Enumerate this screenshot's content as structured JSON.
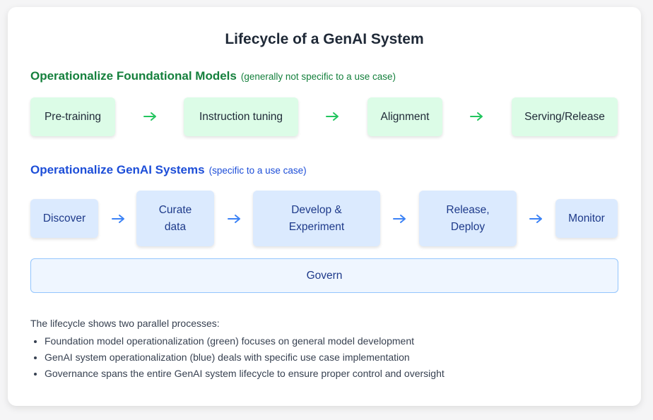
{
  "title": "Lifecycle of a GenAI System",
  "foundation": {
    "heading": "Operationalize Foundational Models",
    "subheading": "(generally not specific to a use case)",
    "steps": [
      "Pre-training",
      "Instruction tuning",
      "Alignment",
      "Serving/Release"
    ]
  },
  "genai": {
    "heading": "Operationalize GenAI Systems",
    "subheading": "(specific to a use case)",
    "steps": [
      "Discover",
      "Curate\ndata",
      "Develop &\nExperiment",
      "Release,\nDeploy",
      "Monitor"
    ]
  },
  "govern": "Govern",
  "notes": {
    "intro": "The lifecycle shows two parallel processes:",
    "bullets": [
      "Foundation model operationalization (green) focuses on general model development",
      "GenAI system operationalization (blue) deals with specific use case implementation",
      "Governance spans the entire GenAI system lifecycle to ensure proper control and oversight"
    ]
  },
  "colors": {
    "green_box": "#dcfce7",
    "green_text": "#15803d",
    "green_arrow": "#22c55e",
    "blue_box": "#dbeafe",
    "blue_text": "#1d4ed8",
    "blue_arrow": "#3b82f6",
    "govern_bg": "#eff6ff",
    "govern_border": "#93c5fd"
  },
  "icons": {
    "flow_arrow": "arrow-right-icon"
  }
}
